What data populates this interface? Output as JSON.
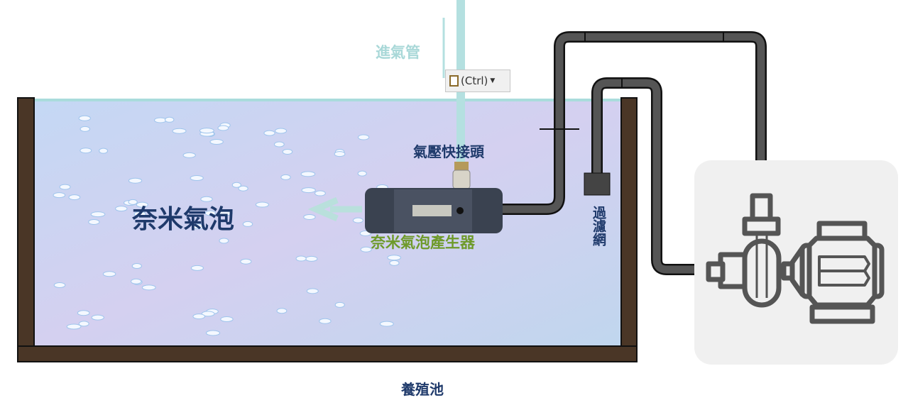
{
  "labels": {
    "air_inlet": "進氣管",
    "quick_connector": "氣壓快接頭",
    "nano_bubbles": "奈米氣泡",
    "generator": "奈米氣泡產生器",
    "filter": "過濾網",
    "pond": "養殖池"
  },
  "paste_button": {
    "label": "(Ctrl)",
    "icon": "clipboard-icon"
  },
  "colors": {
    "water": "#c9d8f2",
    "tube": "#b4e0e0",
    "pipe": "#555555",
    "wall": "#4a3626",
    "label_blue": "#1f3a6b",
    "label_green": "#6e9a2a",
    "pump_bg": "#f0f0f0"
  }
}
